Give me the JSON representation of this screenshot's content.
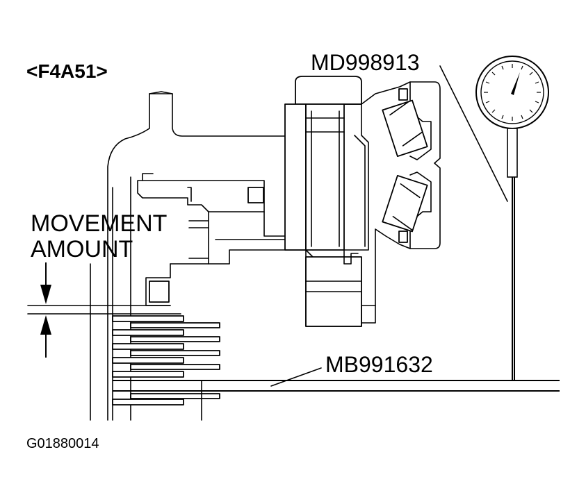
{
  "model_label": "<F4A51>",
  "labels": {
    "tool_top": "MD998913",
    "tool_bottom": "MB991632",
    "movement_line1": "MOVEMENT",
    "movement_line2": "AMOUNT",
    "figure_code": "G01880014"
  },
  "icons": {
    "gauge": "dial-gauge-icon",
    "arrow_down": "arrow-down-icon",
    "arrow_up": "arrow-up-icon"
  },
  "colors": {
    "ink": "#000000",
    "paper": "#ffffff"
  }
}
